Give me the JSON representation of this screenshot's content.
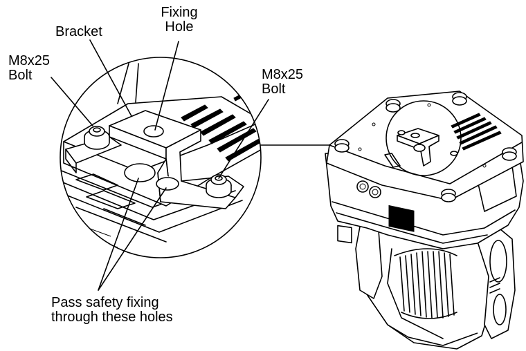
{
  "labels": {
    "fixing_hole": [
      "Fixing",
      "Hole"
    ],
    "bracket": "Bracket",
    "bolt_left": [
      "M8x25",
      "Bolt"
    ],
    "bolt_right": [
      "M8x25",
      "Bolt"
    ],
    "safety": [
      "Pass safety fixing",
      "through these holes"
    ]
  }
}
